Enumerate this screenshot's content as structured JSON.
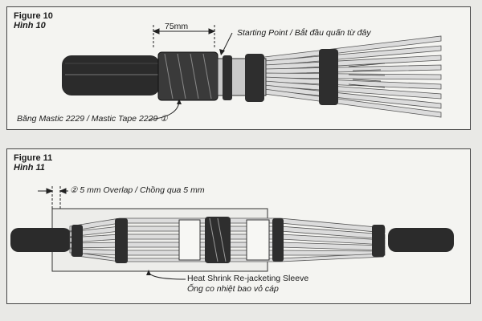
{
  "figure10": {
    "title": "Figure 10",
    "title_vn": "Hình 10",
    "dimension": "75mm",
    "starting_point": "Starting Point / Bắt đầu quấn từ đây",
    "tape_label": "Băng Mastic 2229 / Mastic Tape 2229 ①"
  },
  "figure11": {
    "title": "Figure 11",
    "title_vn": "Hình 11",
    "overlap": "② 5 mm Overlap / Chồng qua 5 mm",
    "sleeve_en": "Heat Shrink Re-jacketing Sleeve",
    "sleeve_vn": "Ống co nhiệt bao vỏ cáp"
  },
  "colors": {
    "cable": "#2b2b2b",
    "panel": "#f4f4f1",
    "wire": "#dcdcdc"
  }
}
